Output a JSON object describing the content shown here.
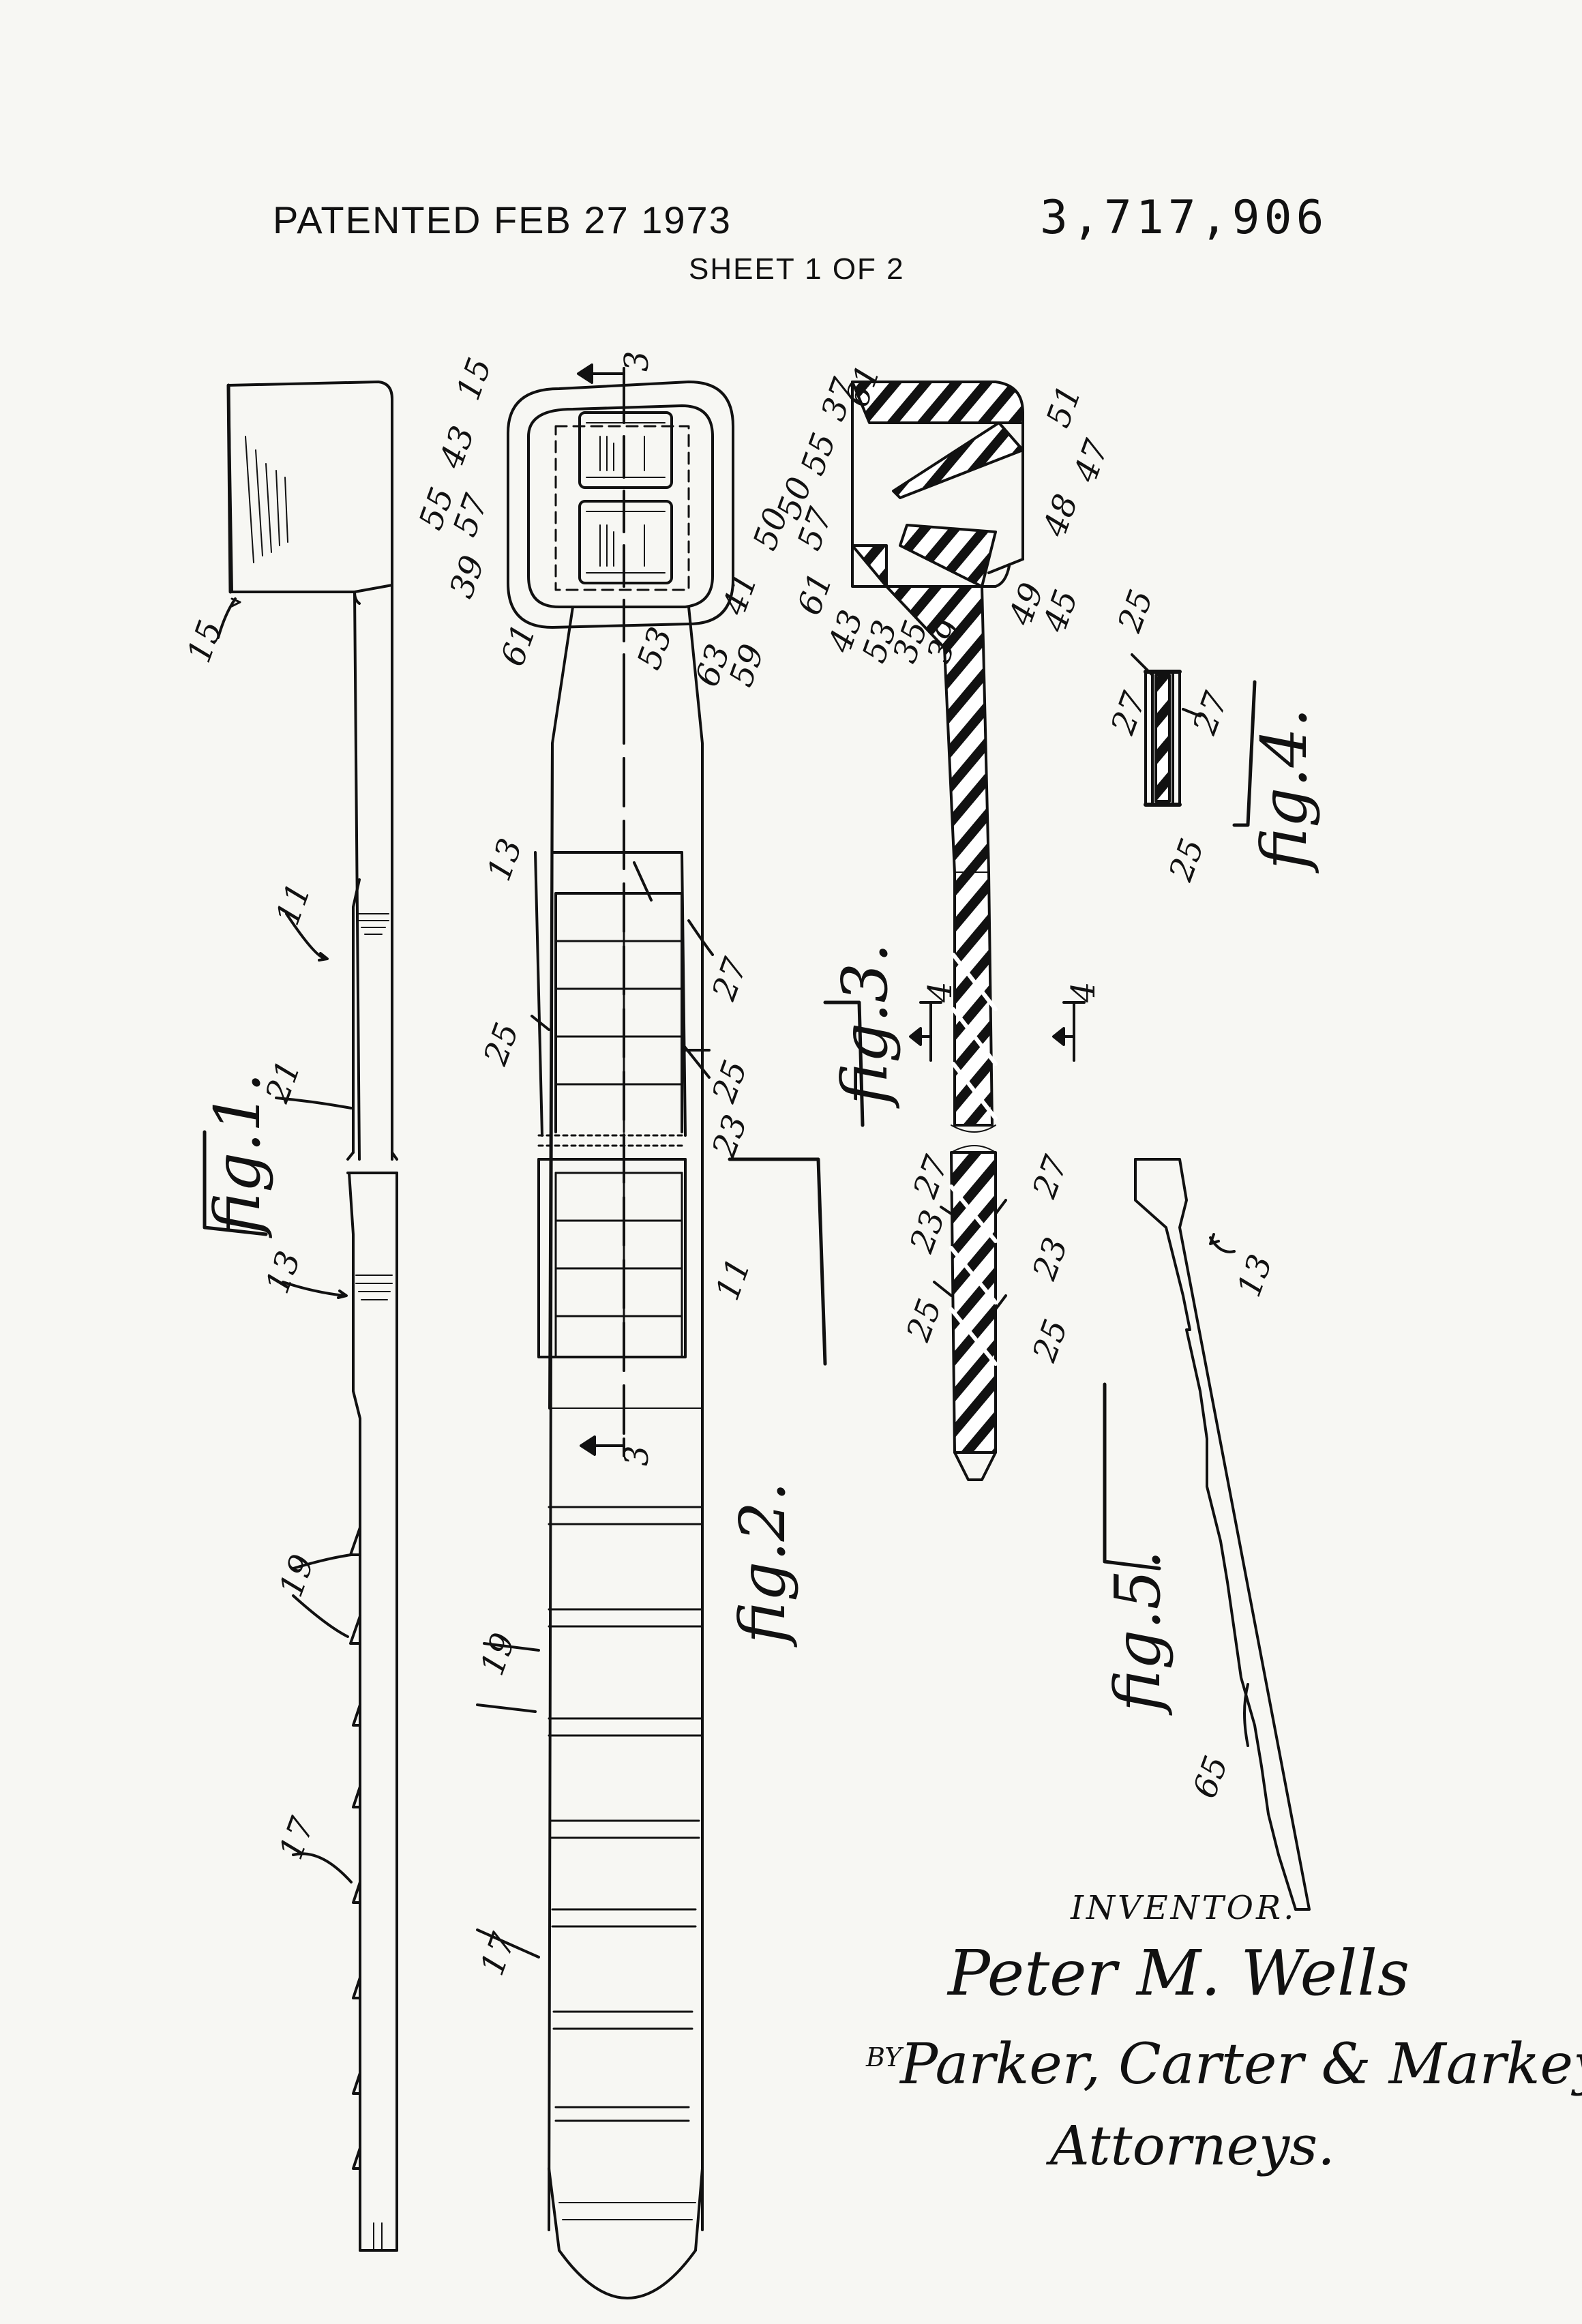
{
  "header": {
    "patented": "PATENTED FEB 27 1973",
    "patent_number": "3,717,906",
    "sheet": "SHEET 1 OF 2"
  },
  "figures": {
    "fig1": "fig.1.",
    "fig2": "fig.2.",
    "fig3": "fig.3.",
    "fig4": "fig.4.",
    "fig5": "fig.5."
  },
  "refs": {
    "r3": "3",
    "r4": "4",
    "r11": "11",
    "r13": "13",
    "r15": "15",
    "r17": "17",
    "r19": "19",
    "r21": "21",
    "r23": "23",
    "r25": "25",
    "r27": "27",
    "r35": "35",
    "r37": "37",
    "r39": "39",
    "r41": "41",
    "r43": "43",
    "r45": "45",
    "r47": "47",
    "r48": "48",
    "r49": "49",
    "r50": "50",
    "r51": "51",
    "r53": "53",
    "r55": "55",
    "r57": "57",
    "r59": "59",
    "r61": "61",
    "r63": "63",
    "r65": "65"
  },
  "signature": {
    "inventor_label": "INVENTOR.",
    "inventor_name": "Peter M. Wells",
    "by": "BY",
    "attorney": "Parker, Carter & Markey",
    "attorneys_label": "Attorneys."
  }
}
